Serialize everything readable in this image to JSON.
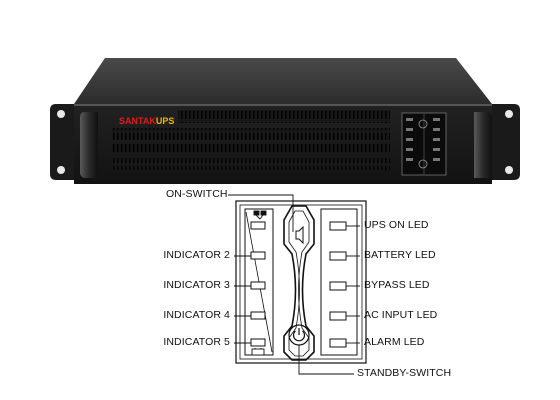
{
  "device": {
    "brand_name": "SANTAK",
    "brand_suffix": "UPS",
    "colors": {
      "body_top": "#3a3a3a",
      "body_front": "#1c1c1c",
      "brand_red": "#e31b1b",
      "brand_yellow": "#f2b400"
    }
  },
  "labels": {
    "on_switch": "ON-SWITCH",
    "standby_switch": "STANDBY-SWITCH",
    "left": [
      "INDICATOR 2",
      "INDICATOR 3",
      "INDICATOR 4",
      "INDICATOR 5"
    ],
    "right": [
      "UPS ON LED",
      "BATTERY LED",
      "BYPASS LED",
      "AC INPUT LED",
      "ALARM LED"
    ]
  }
}
